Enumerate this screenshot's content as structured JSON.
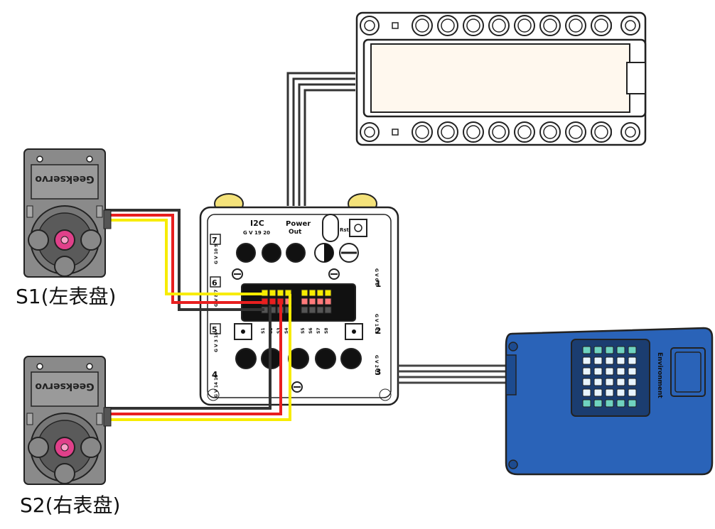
{
  "labels": {
    "servo1": "S1(左表盘)",
    "servo2": "S2(右表盘)"
  },
  "servo": {
    "brand": "Geekservo"
  },
  "board": {
    "i2c_title": "I2C",
    "i2c_pins": "G V 19 20",
    "power_title": "Power",
    "power_sub": "Out",
    "rst": "Rst",
    "port7": "7",
    "port7_pins": "G V 10 9",
    "port6": "6",
    "port6_pins": "G V 8 7",
    "port5": "5",
    "port5_pins": "G V 3 16",
    "port4": "4",
    "port4_pins": "G V 14 15",
    "port1": "1",
    "port1_pins": "G V 0 6",
    "port2": "2",
    "port2_pins": "G V 1 12",
    "port3": "3",
    "port3_pins": "G V 2 13",
    "servo_pins_left": [
      "S1",
      "S2",
      "S3",
      "S4"
    ],
    "servo_pins_right": [
      "S5",
      "S6",
      "S7",
      "S8"
    ]
  },
  "sensor": {
    "label": "Environment"
  },
  "colors": {
    "wire_black": "#333333",
    "wire_red": "#e81f1f",
    "wire_yellow": "#f7ec00",
    "servo_body": "#8a8a8a",
    "sensor_blue": "#2a63b8",
    "servo_knob": "#e0408a"
  }
}
